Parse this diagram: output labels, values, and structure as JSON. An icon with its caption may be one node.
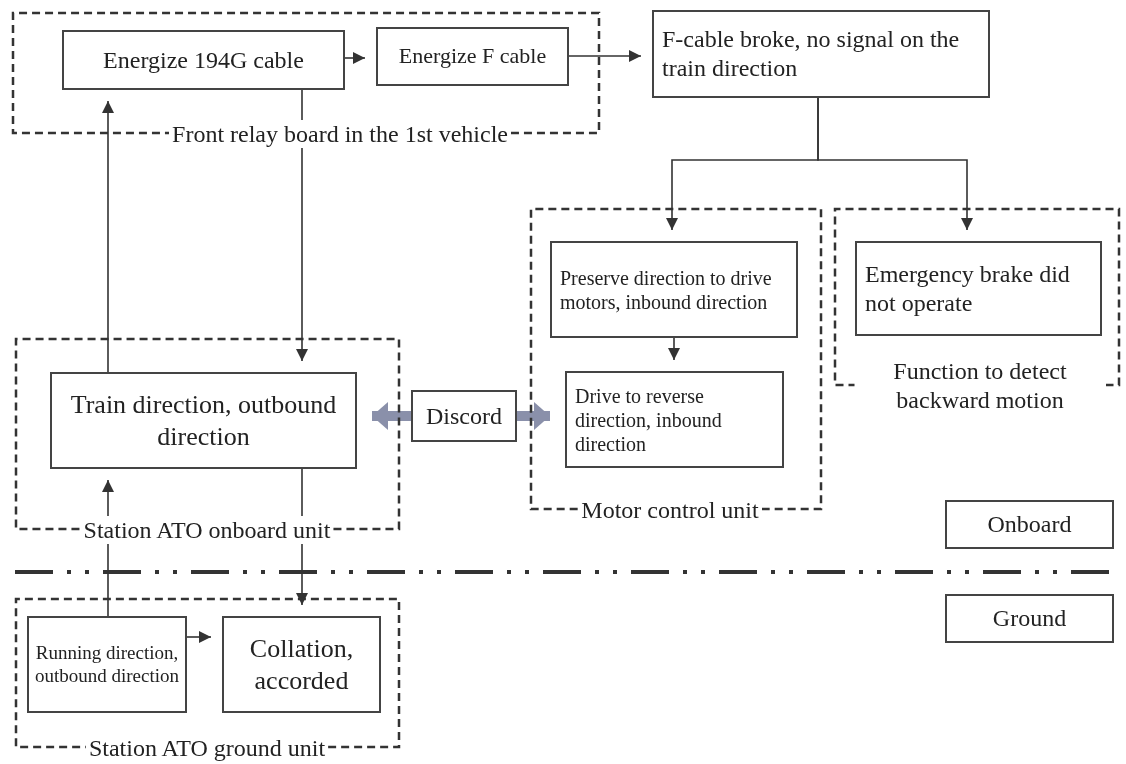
{
  "diagram": {
    "nodes": [
      {
        "text": [
          "Front relay board in the 1st vehicle"
        ]
      },
      {
        "text": [
          "Energize 194G cable"
        ],
        "in": 0
      },
      {
        "text": [
          "Energize F cable"
        ],
        "in": 0
      },
      {
        "text": [
          "F-cable broke, no signal on the train direction"
        ]
      },
      {
        "text": [
          "Motor control unit"
        ]
      },
      {
        "text": [
          "Preserve direction to drive motors, inbound direction"
        ],
        "in": 4
      },
      {
        "text": [
          "Drive to reverse direction, inbound direction"
        ],
        "in": 4
      },
      {
        "text": [
          "Function to detect backward motion"
        ]
      },
      {
        "text": [
          "Emergency brake did not operate"
        ],
        "in": 7
      },
      {
        "text": [
          "Station ATO onboard unit"
        ]
      },
      {
        "text": [
          "Train direction, outbound direction"
        ],
        "in": 9
      },
      {
        "text": [
          "Discord"
        ]
      },
      {
        "text": [
          "Onboard"
        ]
      },
      {
        "text": [
          "Ground"
        ]
      },
      {
        "text": [
          "Station ATO ground unit"
        ]
      },
      {
        "text": [
          "Running direction, outbound direction"
        ],
        "in": 14
      },
      {
        "text": [
          "Collation, accorded"
        ],
        "in": 14
      }
    ],
    "edges": [
      {
        "from": 1,
        "to": 2,
        "arrow": "to"
      },
      {
        "from": 2,
        "to": 3,
        "arrow": "to"
      },
      {
        "from": 3,
        "to": 5,
        "arrow": "to"
      },
      {
        "from": 3,
        "to": 8,
        "arrow": "to"
      },
      {
        "from": 5,
        "to": 6,
        "arrow": "to"
      },
      {
        "from": 10,
        "to": 1,
        "arrow": "to"
      },
      {
        "from": 1,
        "to": 10,
        "arrow": "to"
      },
      {
        "from": 11,
        "to": 10,
        "arrow": "to",
        "style": "thick",
        "color": "#8a90aa"
      },
      {
        "from": 11,
        "to": 6,
        "arrow": "to",
        "style": "thick",
        "color": "#8a90aa"
      },
      {
        "from": 15,
        "to": 10,
        "arrow": "to"
      },
      {
        "from": 10,
        "to": 16,
        "arrow": "to"
      },
      {
        "from": 15,
        "to": 16,
        "arrow": "to"
      }
    ]
  }
}
